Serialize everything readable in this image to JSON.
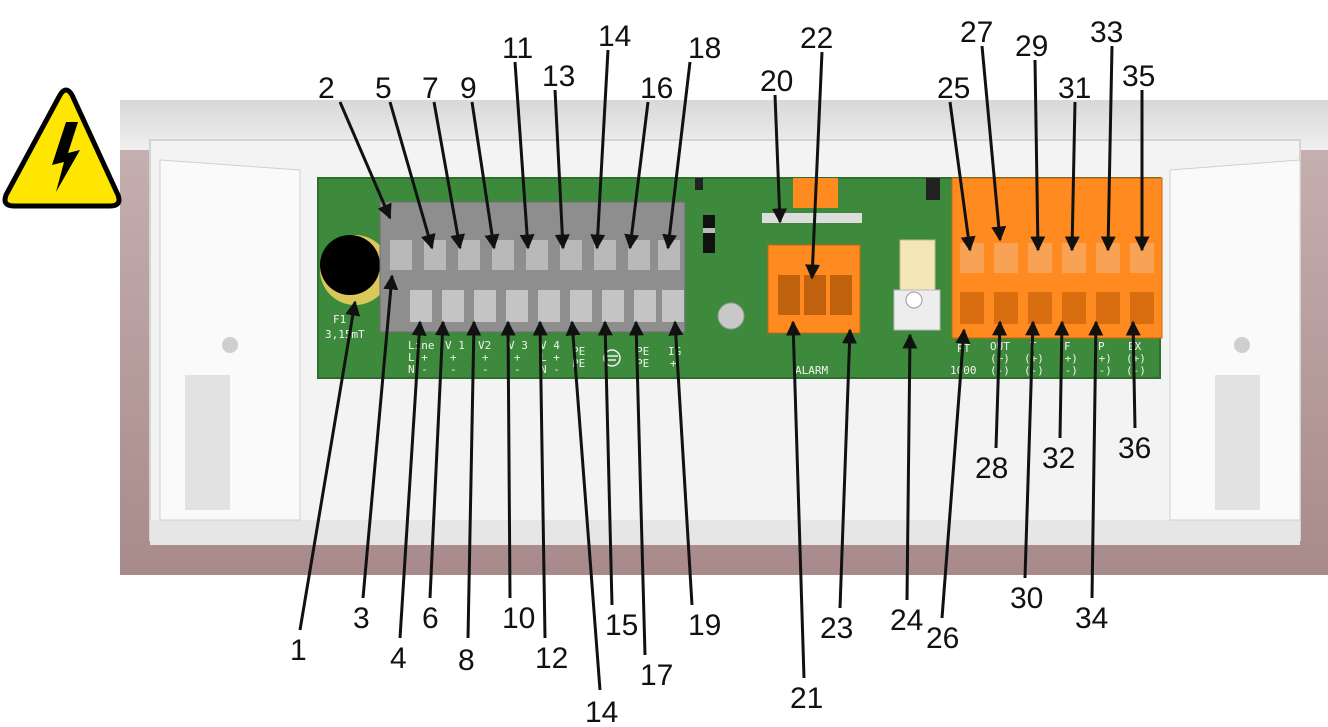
{
  "warning_icon": "high-voltage-warning-icon",
  "colors": {
    "pcb": "#3e8a3c",
    "terminal_gray": "#9a9a9a",
    "terminal_orange": "#ff8a1f",
    "housing": "#b89a9a",
    "label": "#111111",
    "warning_yellow": "#ffe600"
  },
  "fuse_label": {
    "line1": "F1",
    "line2": "3,15mT"
  },
  "pcb_labels": {
    "line": [
      "Line",
      "L +",
      "N -"
    ],
    "v1": [
      "V 1",
      "+",
      "-"
    ],
    "v2": [
      "V2",
      "+",
      "-"
    ],
    "v3": [
      "V 3",
      "+",
      "-"
    ],
    "v4": [
      "V 4",
      "L +",
      "N -"
    ],
    "pe1": [
      "PE",
      "PE"
    ],
    "pe2": [
      "PE",
      "PE"
    ],
    "ig": [
      "IG",
      "+"
    ],
    "alarm": "ALARM",
    "pt": [
      "PT",
      "1000"
    ],
    "out": [
      "OUT",
      "(+)",
      "(-)"
    ],
    "t": [
      "T",
      "(+)",
      "(-)"
    ],
    "f": [
      "F",
      "(+)",
      "(-)"
    ],
    "p": [
      "P",
      "(+)",
      "(-)"
    ],
    "ex": [
      "EX",
      "(+)",
      "(-)"
    ]
  },
  "callouts": [
    "1",
    "2",
    "3",
    "4",
    "5",
    "6",
    "7",
    "8",
    "9",
    "10",
    "11",
    "12",
    "13",
    "14",
    "15",
    "16",
    "17",
    "18",
    "19",
    "20",
    "21",
    "22",
    "23",
    "24",
    "25",
    "26",
    "27",
    "28",
    "29",
    "30",
    "31",
    "32",
    "33",
    "34",
    "35",
    "36",
    "14"
  ]
}
